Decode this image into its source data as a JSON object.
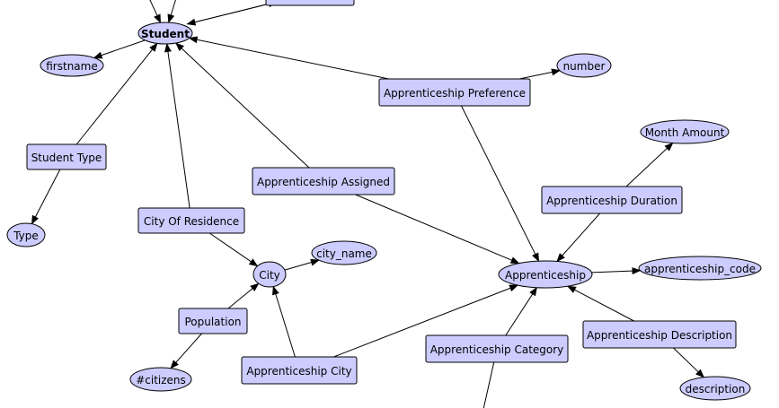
{
  "diagram": {
    "colors": {
      "node_fill": "#ccccff",
      "stroke": "#000000",
      "background": "#ffffff"
    },
    "nodes": [
      {
        "id": "student",
        "shape": "ellipse",
        "label": "Student"
      },
      {
        "id": "firstname",
        "shape": "ellipse",
        "label": "firstname"
      },
      {
        "id": "student_type",
        "shape": "rect",
        "label": "Student Type"
      },
      {
        "id": "type",
        "shape": "ellipse",
        "label": "Type"
      },
      {
        "id": "city_of_residence",
        "shape": "rect",
        "label": "City Of Residence"
      },
      {
        "id": "city",
        "shape": "ellipse",
        "label": "City"
      },
      {
        "id": "city_name",
        "shape": "ellipse",
        "label": "city_name"
      },
      {
        "id": "population",
        "shape": "rect",
        "label": "Population"
      },
      {
        "id": "citizens",
        "shape": "ellipse",
        "label": "#citizens"
      },
      {
        "id": "apprenticeship_city",
        "shape": "rect",
        "label": "Apprenticeship City"
      },
      {
        "id": "apprenticeship_assigned",
        "shape": "rect",
        "label": "Apprenticeship Assigned"
      },
      {
        "id": "apprenticeship_preference",
        "shape": "rect",
        "label": "Apprenticeship Preference"
      },
      {
        "id": "number",
        "shape": "ellipse",
        "label": "number"
      },
      {
        "id": "month_amount",
        "shape": "ellipse",
        "label": "Month Amount"
      },
      {
        "id": "apprenticeship_duration",
        "shape": "rect",
        "label": "Apprenticeship Duration"
      },
      {
        "id": "apprenticeship",
        "shape": "ellipse",
        "label": "Apprenticeship"
      },
      {
        "id": "apprenticeship_code",
        "shape": "ellipse",
        "label": "apprenticeship_code"
      },
      {
        "id": "apprenticeship_category",
        "shape": "rect",
        "label": "Apprenticeship Category"
      },
      {
        "id": "apprenticeship_description",
        "shape": "rect",
        "label": "Apprenticeship Description"
      },
      {
        "id": "description",
        "shape": "ellipse",
        "label": "description"
      },
      {
        "id": "cut_top_rect",
        "shape": "rect",
        "label": ""
      }
    ],
    "edges": [
      {
        "from": "student",
        "to": "firstname"
      },
      {
        "from": "student_type",
        "to": "student"
      },
      {
        "from": "student_type",
        "to": "type"
      },
      {
        "from": "city_of_residence",
        "to": "student"
      },
      {
        "from": "city_of_residence",
        "to": "city"
      },
      {
        "from": "city",
        "to": "city_name"
      },
      {
        "from": "population",
        "to": "city"
      },
      {
        "from": "population",
        "to": "citizens"
      },
      {
        "from": "apprenticeship_city",
        "to": "city"
      },
      {
        "from": "apprenticeship_city",
        "to": "apprenticeship"
      },
      {
        "from": "apprenticeship_assigned",
        "to": "student"
      },
      {
        "from": "apprenticeship_assigned",
        "to": "apprenticeship"
      },
      {
        "from": "apprenticeship_preference",
        "to": "student"
      },
      {
        "from": "apprenticeship_preference",
        "to": "number"
      },
      {
        "from": "apprenticeship_preference",
        "to": "apprenticeship"
      },
      {
        "from": "apprenticeship_duration",
        "to": "month_amount"
      },
      {
        "from": "apprenticeship_duration",
        "to": "apprenticeship"
      },
      {
        "from": "apprenticeship",
        "to": "apprenticeship_code"
      },
      {
        "from": "apprenticeship_category",
        "to": "apprenticeship"
      },
      {
        "from": "apprenticeship_description",
        "to": "apprenticeship"
      },
      {
        "from": "apprenticeship_description",
        "to": "description"
      },
      {
        "from": "cut_top_rect",
        "to": "student"
      },
      {
        "from": "student",
        "to": "cut_top_rect"
      },
      {
        "from": "offscreen_top",
        "to": "student"
      },
      {
        "from": "offscreen_top_2",
        "to": "student"
      },
      {
        "from": "apprenticeship_category",
        "to": "offscreen_bottom"
      }
    ]
  }
}
